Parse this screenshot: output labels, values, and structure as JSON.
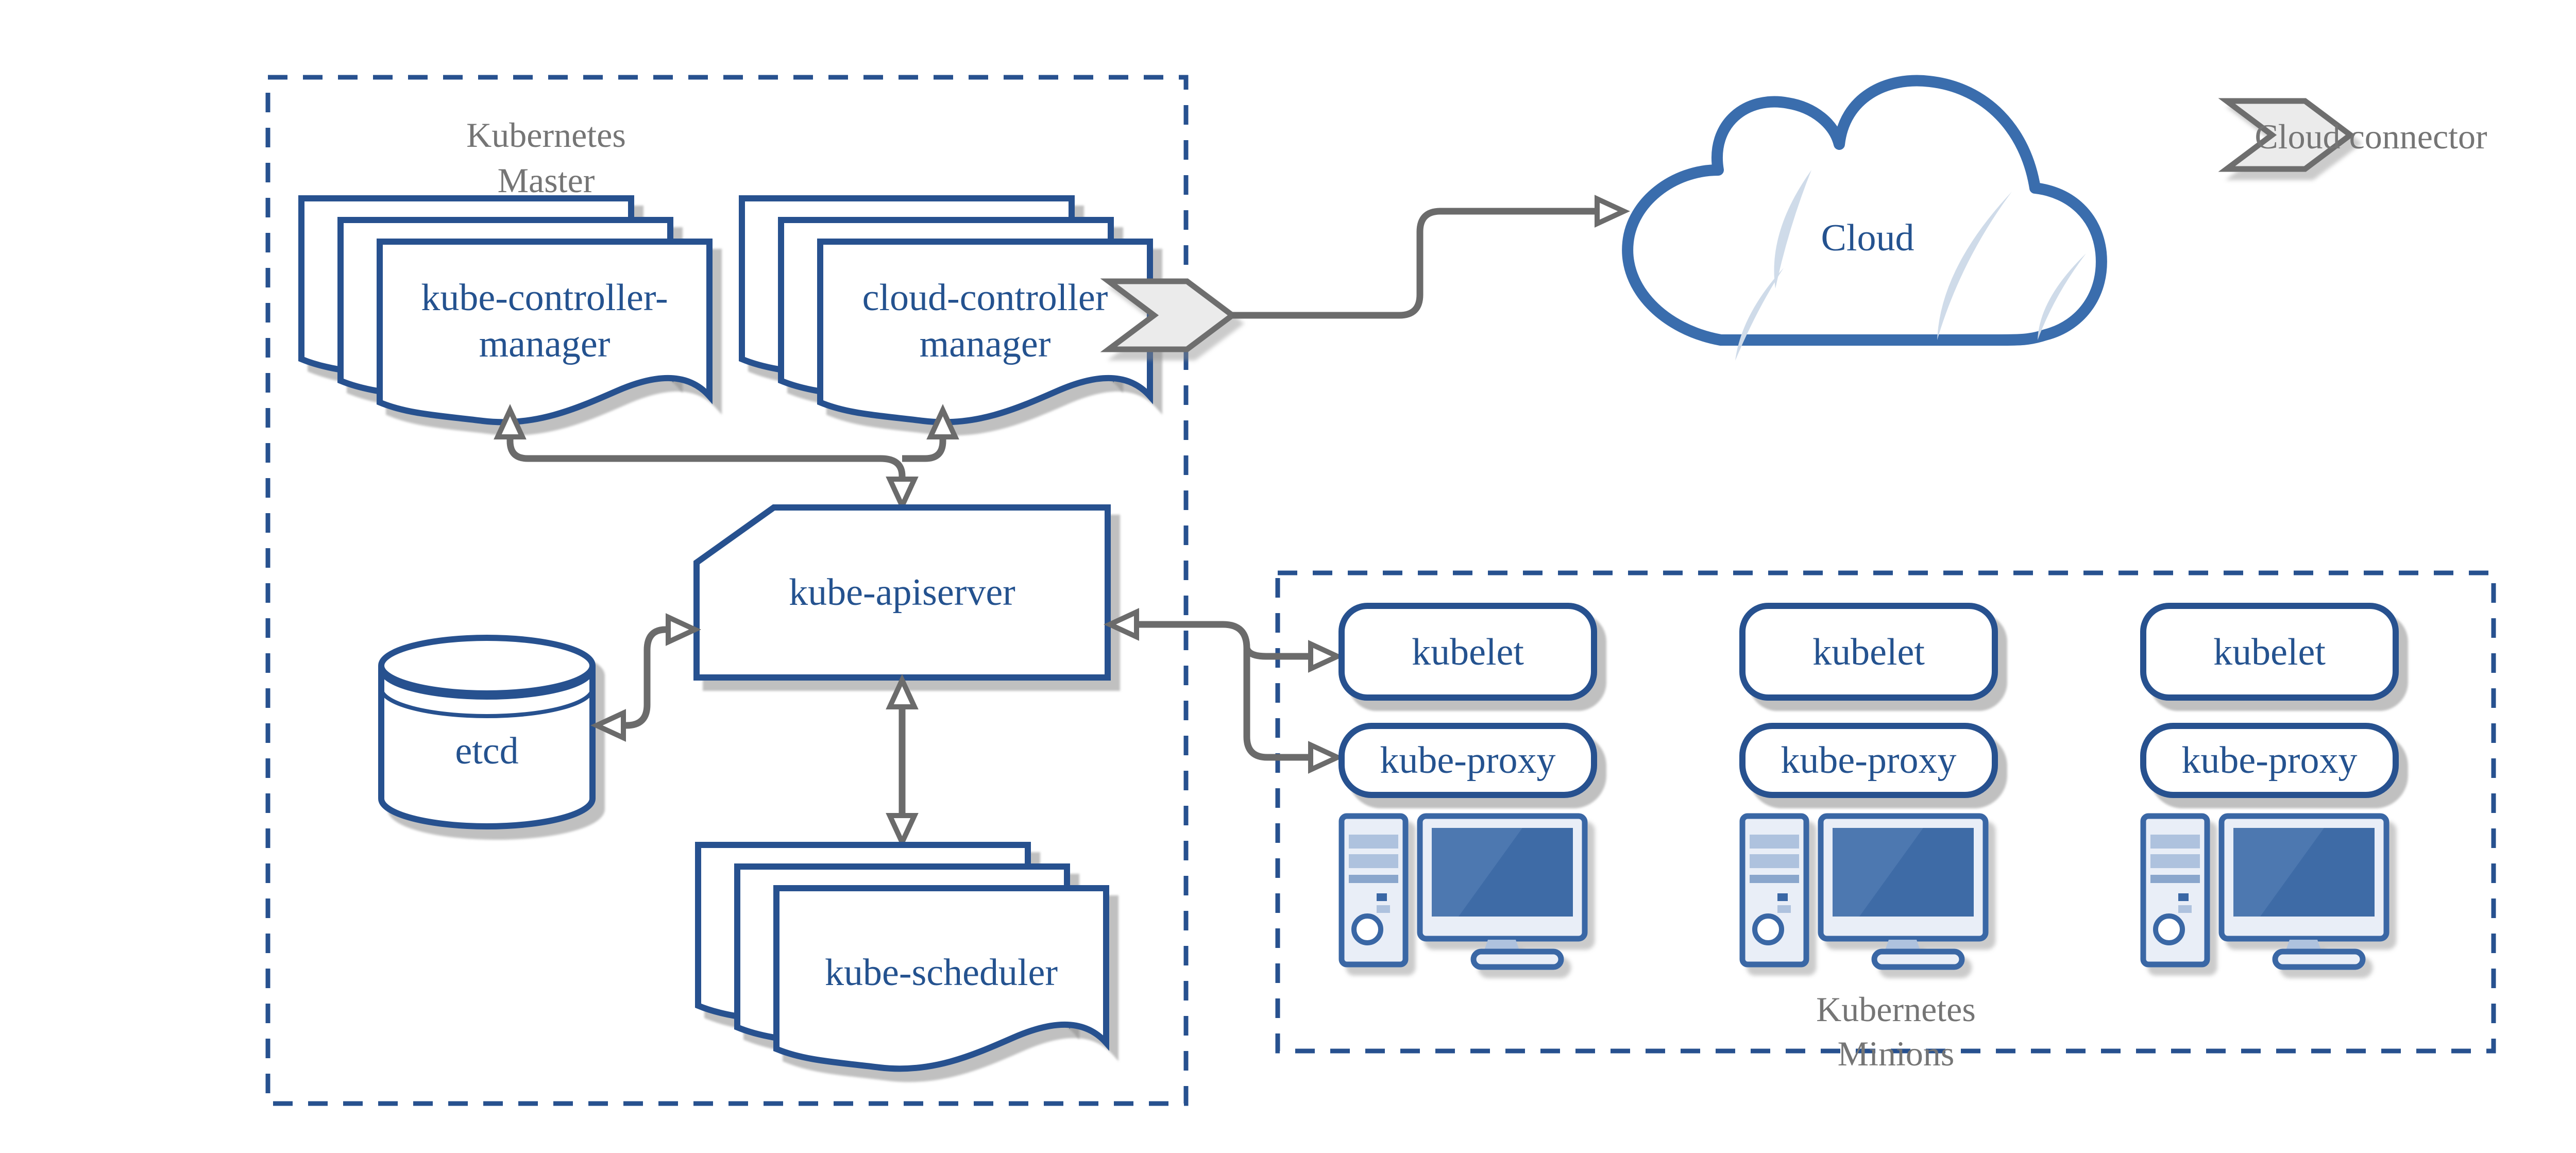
{
  "master": {
    "title": [
      "Kubernetes",
      "Master"
    ]
  },
  "minions": {
    "title": [
      "Kubernetes",
      "Minions"
    ]
  },
  "legend": {
    "label": "Cloud connector"
  },
  "nodes": {
    "kube_controller_manager": [
      "kube-controller-",
      "manager"
    ],
    "cloud_controller_manager": [
      "cloud-controller",
      "manager"
    ],
    "kube_apiserver": "kube-apiserver",
    "etcd": "etcd",
    "kube_scheduler": "kube-scheduler",
    "cloud": "Cloud",
    "kubelet": "kubelet",
    "kube_proxy": "kube-proxy"
  },
  "colors": {
    "primary_blue": "#27518f",
    "text_blue": "#24528f",
    "icon_blue": "#3a67a5",
    "screen_blue": "#3e6ba6",
    "light_fill": "#e9eef7",
    "crescent_blue": "#cfdbe9",
    "cloud_blue": "#3a6dad",
    "arrow_gray": "#6b6b6b",
    "label_gray": "#757575"
  }
}
